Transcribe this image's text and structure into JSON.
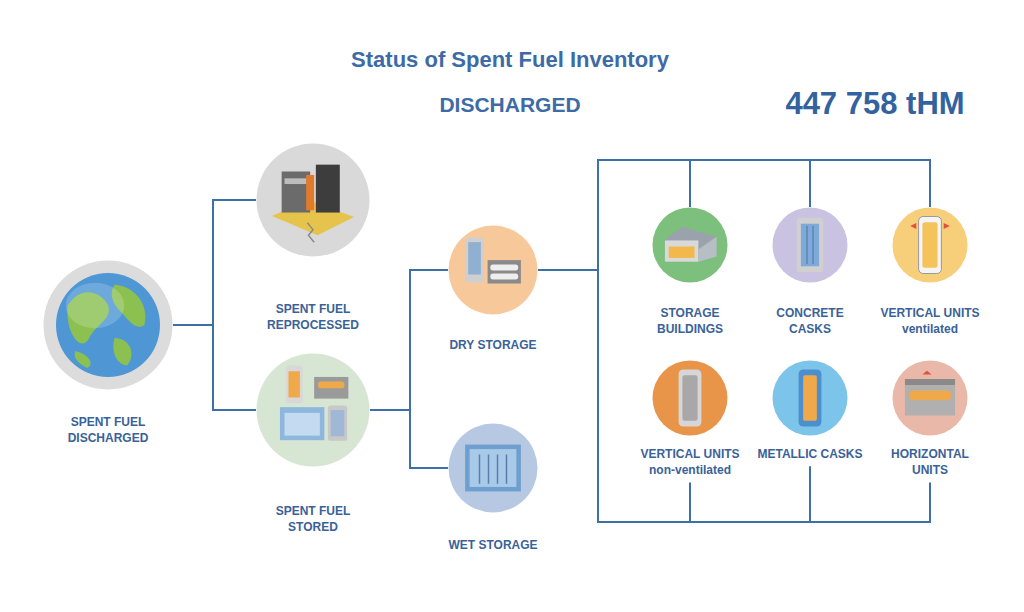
{
  "diagram": {
    "title": "Status of Spent Fuel Inventory",
    "nodes": [
      {
        "text": [
          "SPENT FUEL DISCHARGED"
        ]
      },
      {
        "text": [
          "SPENT FUEL REPROCESSED"
        ]
      },
      {
        "text": [
          "SPENT FUEL STORED"
        ]
      },
      {
        "text": [
          "DRY STORAGE"
        ]
      },
      {
        "text": [
          "WET STORAGE"
        ]
      },
      {
        "text": [
          "STORAGE BUILDINGS"
        ]
      },
      {
        "text": [
          "CONCRETE CASKS"
        ]
      },
      {
        "text": [
          "VERTICAL UNITS ventilated"
        ]
      },
      {
        "text": [
          "VERTICAL UNITS non-ventilated"
        ]
      },
      {
        "text": [
          "METALLIC CASKS"
        ]
      },
      {
        "text": [
          "HORIZONTAL UNITS"
        ]
      }
    ],
    "edges": [
      {
        "from": 0,
        "to": 1,
        "arrow": "none"
      },
      {
        "from": 0,
        "to": 2,
        "arrow": "none"
      },
      {
        "from": 2,
        "to": 3,
        "arrow": "none"
      },
      {
        "from": 2,
        "to": 4,
        "arrow": "none"
      },
      {
        "from": 3,
        "to": 5,
        "arrow": "none"
      },
      {
        "from": 3,
        "to": 6,
        "arrow": "none"
      },
      {
        "from": 3,
        "to": 7,
        "arrow": "none"
      },
      {
        "from": 3,
        "to": 8,
        "arrow": "none"
      },
      {
        "from": 3,
        "to": 9,
        "arrow": "none"
      },
      {
        "from": 3,
        "to": 10,
        "arrow": "none"
      }
    ],
    "labels": [
      "DISCHARGED",
      "447 758 tHM"
    ]
  }
}
